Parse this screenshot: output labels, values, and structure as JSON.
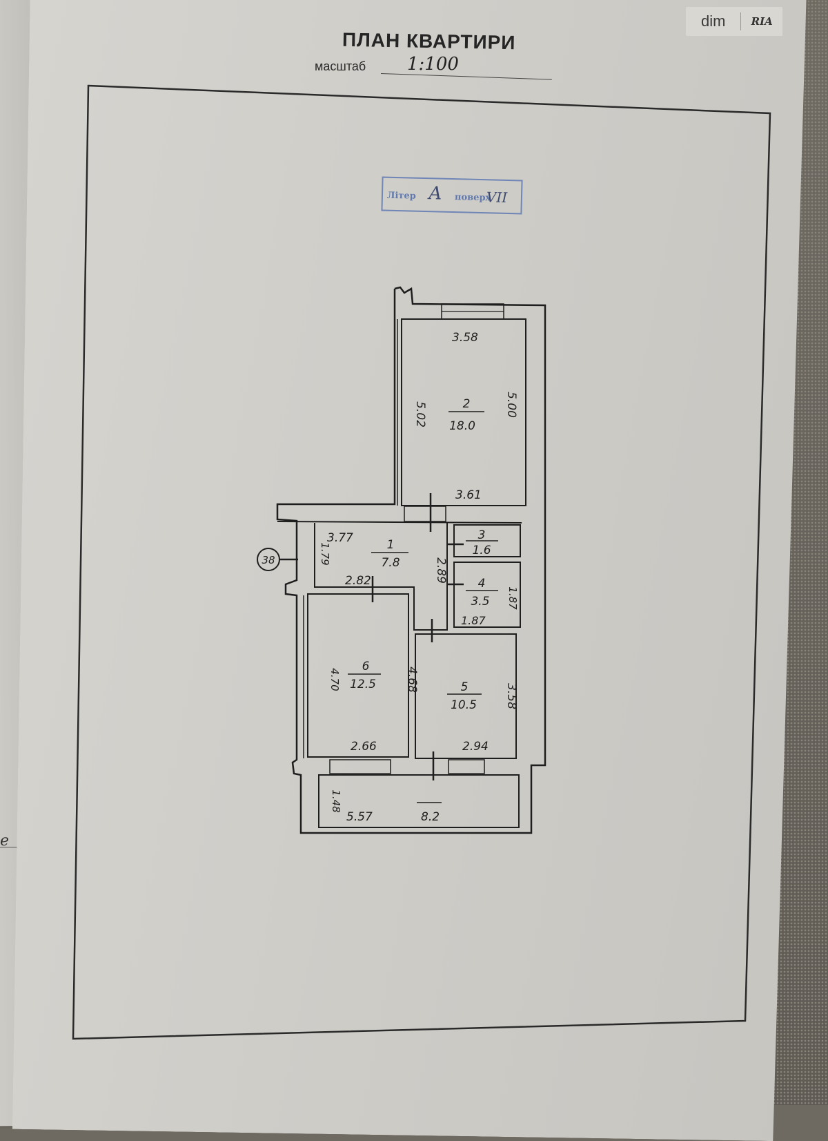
{
  "document": {
    "title": "ПЛАН КВАРТИРИ",
    "scale_label": "масштаб",
    "scale_value": "1:100"
  },
  "stamp": {
    "liter_label": "Літер",
    "liter_value": "А",
    "floor_label": "поверх",
    "floor_value": "VII"
  },
  "watermark": {
    "part1": "dim",
    "part2": "RIA"
  },
  "left_page": {
    "mark": "е"
  },
  "plan": {
    "apartment_number": "38",
    "rooms": [
      {
        "number": "1",
        "area": "7.8",
        "dims": [
          "3.77",
          "1.79",
          "2.82",
          "2.89"
        ]
      },
      {
        "number": "2",
        "area": "18.0",
        "dims": [
          "3.58",
          "5.02",
          "5.00",
          "3.61"
        ]
      },
      {
        "number": "3",
        "area": "1.6",
        "dims": []
      },
      {
        "number": "4",
        "area": "3.5",
        "dims": [
          "1.87",
          "1.87"
        ]
      },
      {
        "number": "5",
        "area": "10.5",
        "dims": [
          "3.58",
          "2.94"
        ]
      },
      {
        "number": "6",
        "area": "12.5",
        "dims": [
          "4.70",
          "4.68",
          "2.66"
        ]
      },
      {
        "number": "",
        "area": "8.2",
        "dims": [
          "1.48",
          "5.57"
        ]
      }
    ]
  }
}
